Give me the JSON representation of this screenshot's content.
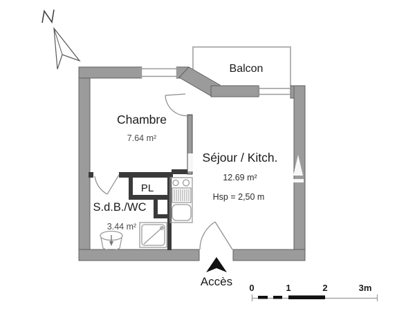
{
  "north": {
    "label": "N"
  },
  "rooms": {
    "balcon": {
      "label": "Balcon"
    },
    "chambre": {
      "label": "Chambre",
      "area": "7.64 m²"
    },
    "sejour": {
      "label": "Séjour / Kitch.",
      "area": "12.69 m²",
      "ceiling_height": "Hsp = 2,50 m"
    },
    "sdb": {
      "label": "S.d.B./WC",
      "area": "3.44 m²"
    },
    "placard": {
      "label": "PL"
    }
  },
  "entrance": {
    "label": "Accès"
  },
  "scale_bar": {
    "labels": [
      "0",
      "1",
      "2",
      "3m"
    ]
  },
  "colors": {
    "wall_exterior": "#9b9b9b",
    "wall_interior": "#3a3a3a",
    "fixtures": "#9a9a9a",
    "text": "#1a1a1a"
  }
}
